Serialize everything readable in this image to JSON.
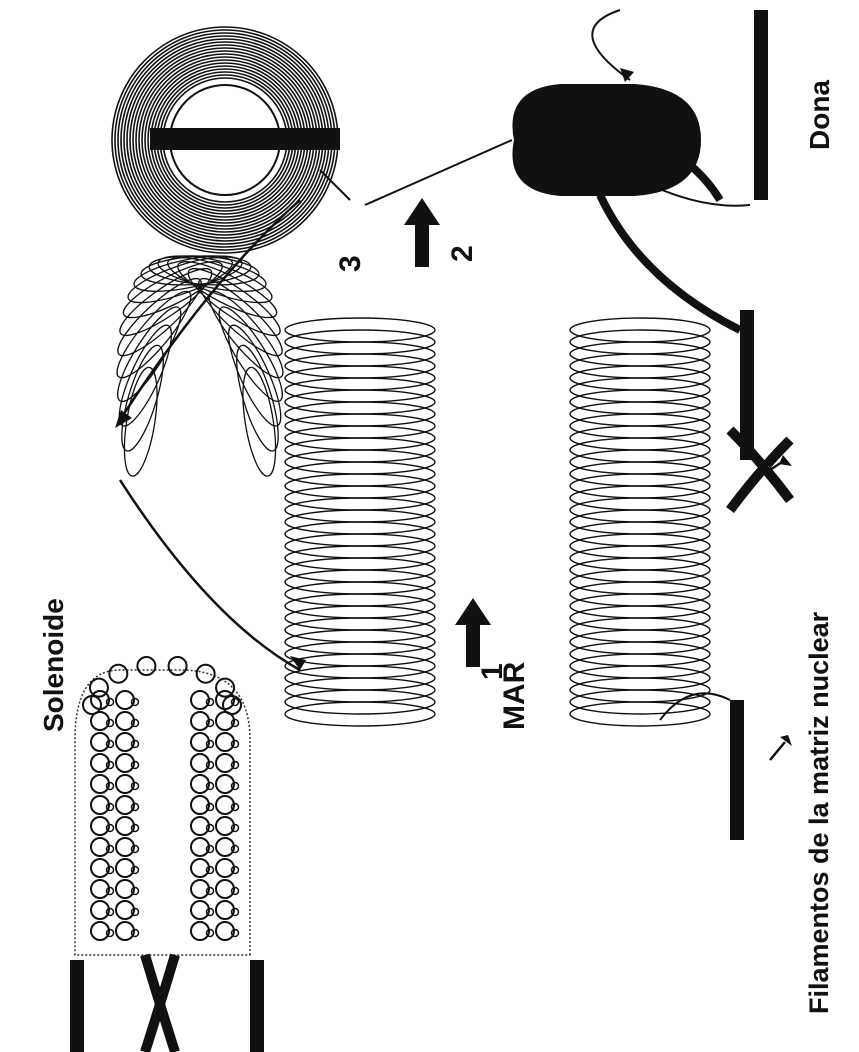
{
  "labels": {
    "solenoide": "Solenoide",
    "dona": "Dona",
    "filamentos": "Filamentos de la matriz nuclear",
    "mar": "MAR",
    "step1": "1",
    "step2": "2",
    "step3": "3"
  },
  "colors": {
    "ink": "#111111",
    "background": "#ffffff"
  }
}
